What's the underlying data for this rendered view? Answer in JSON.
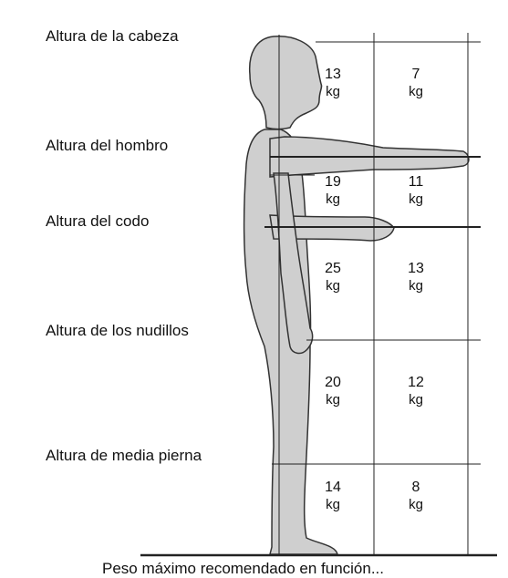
{
  "height_labels": [
    "Altura de la cabeza",
    "Altura del hombro",
    "Altura del codo",
    "Altura de los nudillos",
    "Altura de media pierna"
  ],
  "unit": "kg",
  "weights": [
    {
      "near": "13",
      "far": "7"
    },
    {
      "near": "19",
      "far": "11"
    },
    {
      "near": "25",
      "far": "13"
    },
    {
      "near": "20",
      "far": "12"
    },
    {
      "near": "14",
      "far": "8"
    }
  ],
  "colors": {
    "figure_fill": "#cfcfcf",
    "lines": "#222222"
  },
  "footer": "Peso máximo recomendado en función..."
}
